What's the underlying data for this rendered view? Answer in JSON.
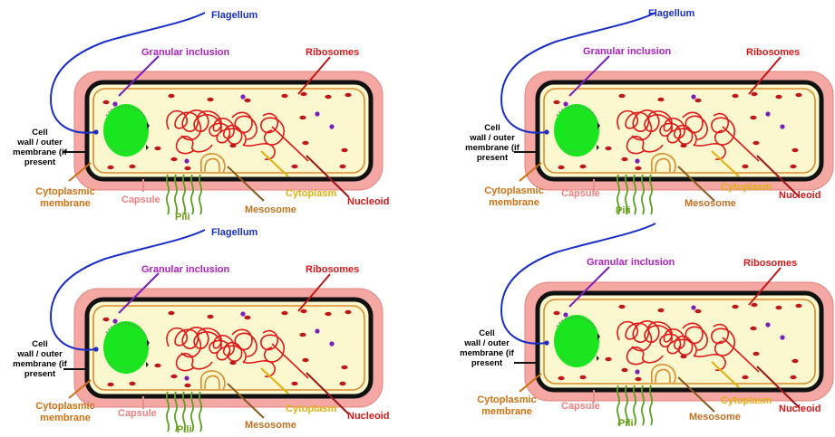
{
  "labels": {
    "flagellum": "Flagellum",
    "granular_inclusion": "Granular inclusion",
    "ribosomes": "Ribosomes",
    "cell_wall": [
      "Cell",
      "wall / outer",
      "membrane (if",
      "present"
    ],
    "cytoplasmic_membrane": [
      "Cytoplasmic",
      "membrane"
    ],
    "capsule": "Capsule",
    "pili": "Pili",
    "mesosome": "Mesosome",
    "cytoplasm": "Cytoplasm",
    "nucleoid": "Nucleoid"
  },
  "colors": {
    "capsule_fill": "#f4a7a3",
    "capsule_stroke": "#e3837e",
    "cell_wall": "#111111",
    "membrane": "#d98b2b",
    "cytoplasm": "#fbf7cf",
    "granule": "#19e61e",
    "flagellum": "#1a2fc8",
    "nucleoid": "#e01818",
    "ribosome": "#c01818",
    "inclusion_dot": "#7a1fb8",
    "pili": "#5aa21d",
    "label_purple": "#b020c8",
    "label_red": "#d81818",
    "label_blue": "#1a2fc8",
    "label_orange": "#d07010",
    "label_yellow": "#e0b010",
    "label_green": "#6aa018",
    "label_pink": "#f08080",
    "label_brown": "#c07020"
  }
}
